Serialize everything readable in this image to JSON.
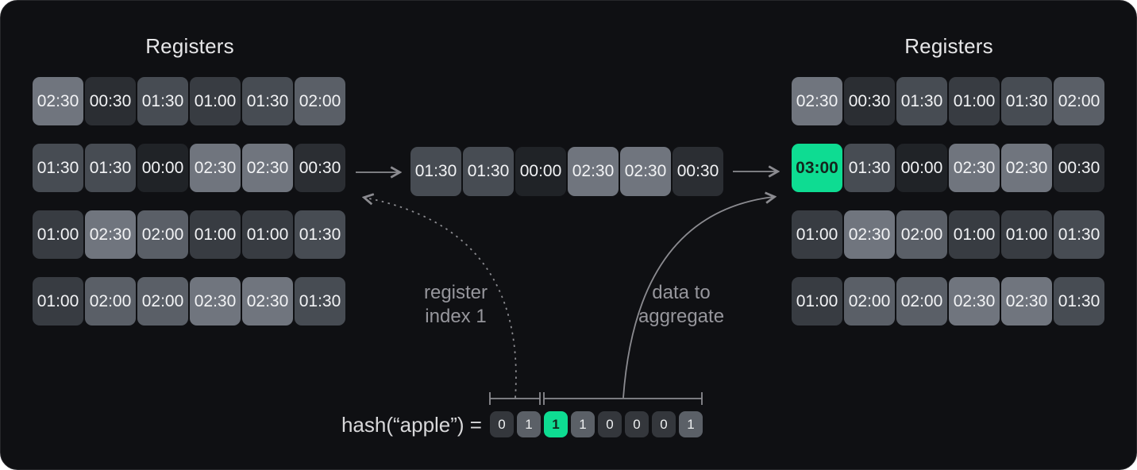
{
  "left": {
    "title": "Registers",
    "rows": [
      [
        "02:30",
        "00:30",
        "01:30",
        "01:00",
        "01:30",
        "02:00"
      ],
      [
        "01:30",
        "01:30",
        "00:00",
        "02:30",
        "02:30",
        "00:30"
      ],
      [
        "01:00",
        "02:30",
        "02:00",
        "01:00",
        "01:00",
        "01:30"
      ],
      [
        "01:00",
        "02:00",
        "02:00",
        "02:30",
        "02:30",
        "01:30"
      ]
    ]
  },
  "incoming": {
    "values": [
      "01:30",
      "01:30",
      "00:00",
      "02:30",
      "02:30",
      "00:30"
    ]
  },
  "right": {
    "title": "Registers",
    "highlight_value": "03:00",
    "rows": [
      [
        "02:30",
        "00:30",
        "01:30",
        "01:00",
        "01:30",
        "02:00"
      ],
      [
        "03:00",
        "01:30",
        "00:00",
        "02:30",
        "02:30",
        "00:30"
      ],
      [
        "01:00",
        "02:30",
        "02:00",
        "01:00",
        "01:00",
        "01:30"
      ],
      [
        "01:00",
        "02:00",
        "02:00",
        "02:30",
        "02:30",
        "01:30"
      ]
    ]
  },
  "hash": {
    "label": "hash(“apple”) =",
    "bits": [
      "0",
      "1",
      "1",
      "1",
      "0",
      "0",
      "0",
      "1"
    ],
    "highlight_index": 2
  },
  "annotations": {
    "register_index": {
      "line1": "register",
      "line2": "index 1"
    },
    "data_to_aggregate": {
      "line1": "data to",
      "line2": "aggregate"
    }
  },
  "colors": {
    "accent_green": "#0edc92",
    "arrow_gray": "#8b8b90",
    "value_shades": {
      "00:00": "#202327",
      "00:30": "#2b2e33",
      "01:00": "#383c42",
      "01:30": "#474c53",
      "02:00": "#5a5f67",
      "02:30": "#70757e",
      "03:00": "#0edc92"
    },
    "bit_zero": "#34373c",
    "bit_one": "#5b6067"
  }
}
